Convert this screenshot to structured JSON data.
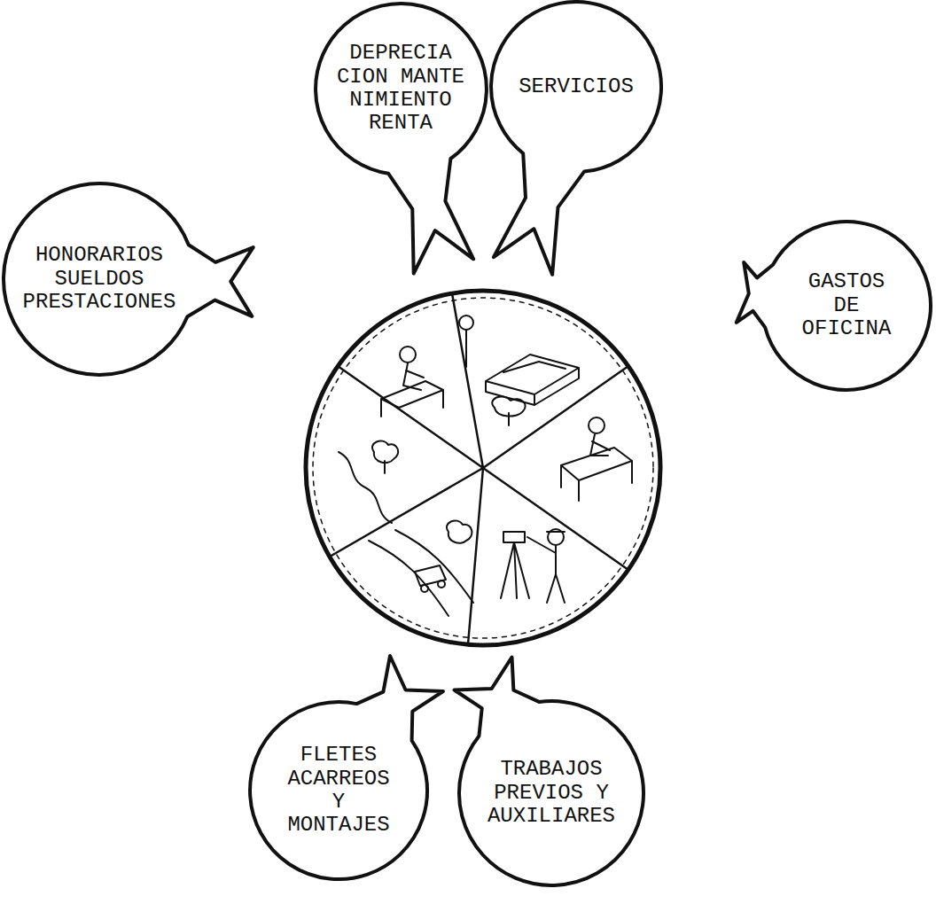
{
  "diagram": {
    "nodes": [
      {
        "text": [
          "DEPRECIA CION MANTE NIMIENTO RENTA"
        ]
      },
      {
        "text": [
          "SERVICIOS"
        ]
      },
      {
        "text": [
          "HONORARIOS SUELDOS PRESTACIONES"
        ]
      },
      {
        "text": [
          "GASTOS DE OFICINA"
        ]
      },
      {
        "text": [
          "FLETES ACARREOS Y MONTAJES"
        ]
      },
      {
        "text": [
          "TRABAJOS PREVIOS Y AUXILIARES"
        ]
      }
    ],
    "edges": []
  }
}
